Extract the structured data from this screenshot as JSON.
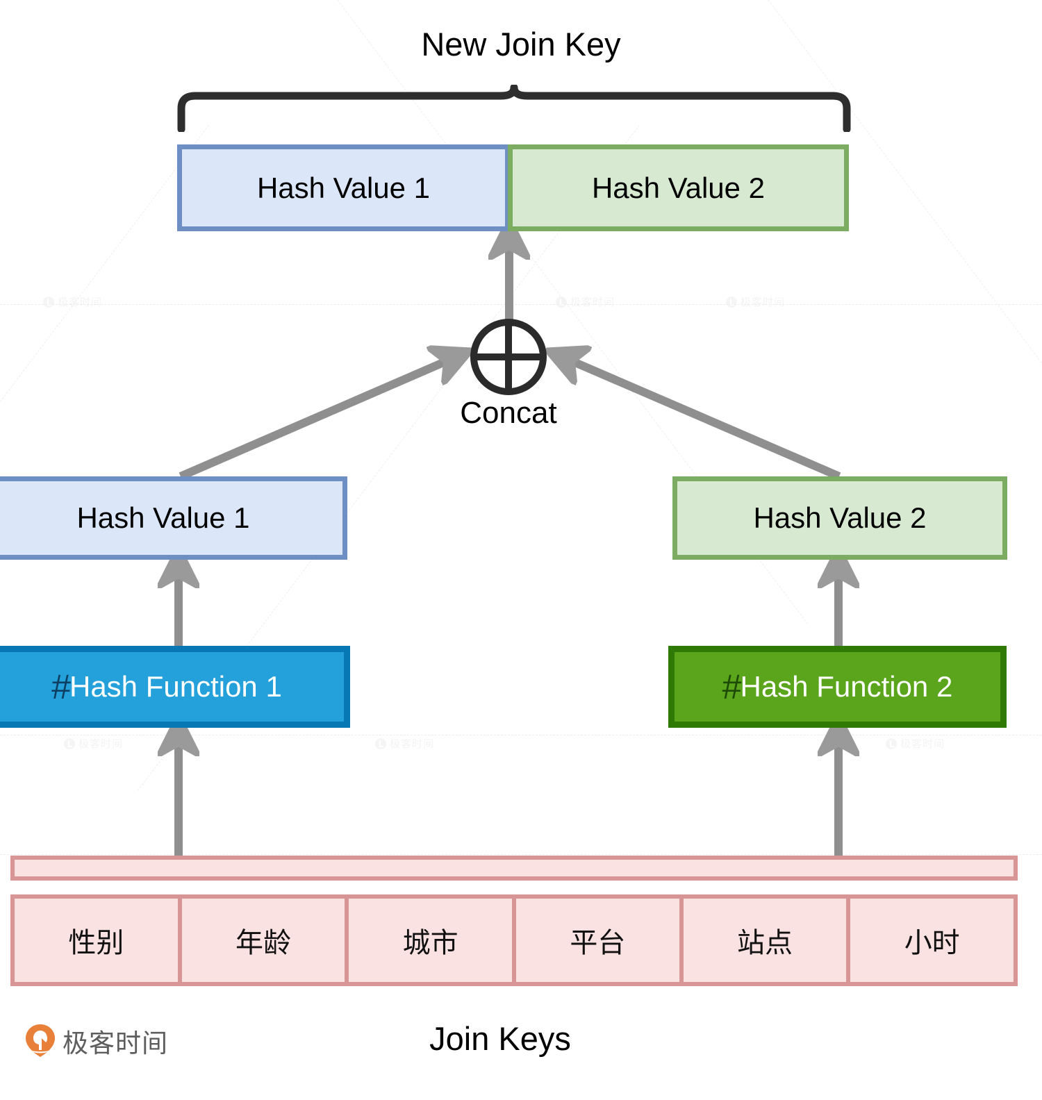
{
  "diagram": {
    "top_title": "New Join Key",
    "bottom_title": "Join Keys",
    "concat_label": "Concat",
    "hash_symbol": "#",
    "colors": {
      "blue_fill": "#dbe7f8",
      "blue_border": "#6d8fc4",
      "green_fill": "#d8e9d2",
      "green_border": "#7cab62",
      "blue_solid": "#24a0da",
      "blue_solid_border": "#0878b4",
      "green_solid": "#5aa51b",
      "green_solid_border": "#2f7a05",
      "pink_fill": "#fbe2e2",
      "pink_border": "#d79595",
      "arrow_gray": "#8f8f8f",
      "brace_black": "#2e2e2e"
    },
    "new_join_key": {
      "segments": [
        {
          "label": "Hash Value 1",
          "color": "blue"
        },
        {
          "label": "Hash Value 2",
          "color": "green"
        }
      ]
    },
    "hash_values": [
      {
        "label": "Hash Value 1",
        "color": "blue"
      },
      {
        "label": "Hash Value 2",
        "color": "green"
      }
    ],
    "hash_functions": [
      {
        "label": "Hash Function 1",
        "color": "blue"
      },
      {
        "label": "Hash Function 2",
        "color": "green"
      }
    ],
    "join_keys": {
      "columns": [
        "性别",
        "年龄",
        "城市",
        "平台",
        "站点",
        "小时"
      ]
    }
  },
  "branding": {
    "logo_text": "极客时间",
    "watermark_text": "极客时间"
  }
}
